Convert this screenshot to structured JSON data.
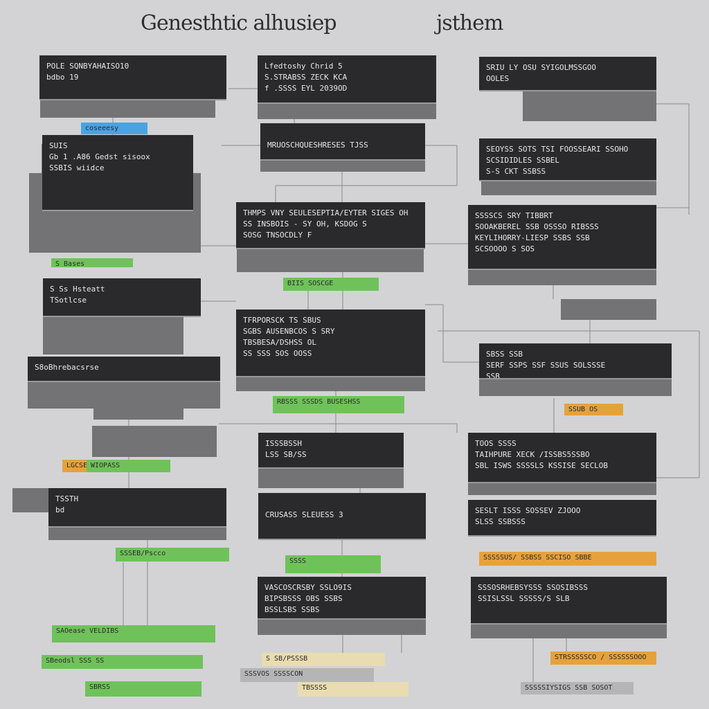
{
  "title": {
    "left": "Genesthtic alhusiep",
    "right": "jsthem"
  },
  "colors": {
    "background": "#d3d3d5",
    "box": "#2a2a2c",
    "shadow": "#737375",
    "green": "#6fc25a",
    "blue": "#4aa3e0",
    "orange": "#e5a23c",
    "cream": "#e8dcb0",
    "gray": "#b5b5b7"
  },
  "blocks": [
    {
      "lines": [
        "POLE SQNBYAHAISO10",
        "  bdbo 19"
      ]
    },
    {
      "lines": [
        "       SUIS",
        "  Gb 1 .A86   Gedst sisoox",
        "  SSBIS   wiidce"
      ]
    },
    {
      "lines": [
        "    S Ss Hsteatt",
        "               TSotlcse"
      ]
    },
    {
      "lines": [
        "S8oBhrebacsrse"
      ]
    },
    {
      "lines": [
        "   TSSTH",
        "   bd"
      ]
    },
    {
      "lines": [
        "  Lfedtoshy  Chrid 5",
        "   S.STRABSS ZECK KCA",
        "f .SSSS  EYL   2039OD"
      ]
    },
    {
      "lines": [
        "",
        " MRUOSCHQUESHRESES            TJSS"
      ]
    },
    {
      "lines": [
        "THMPS VNY SEULESEPTIA/EYTER SIGES OH",
        "  SS INSBOIS - SY OH, KSDOG S",
        "SOSG   TNSOCDLY F"
      ]
    },
    {
      "lines": [
        "TFRPORSCK TS SBUS",
        "  SGBS AUSENBCOS S SRY",
        "  TBSBESA/DSHSS  OL",
        "SS SSS  SOS  OOSS"
      ]
    },
    {
      "lines": [
        "   ISSSBSSH",
        "         LSS SB/SS"
      ]
    },
    {
      "lines": [
        "",
        "  CRUSASS      SLEUESS 3"
      ]
    },
    {
      "lines": [
        "  VASCOSCRSBY  SSLO9IS",
        "   BIPSBSSS  OBS SSBS",
        "   BSSLSBS  SSBS"
      ]
    },
    {
      "lines": [
        " SRIU LY OSU SYIGOLMSSGOO",
        " OOLES"
      ]
    },
    {
      "lines": [
        "SEOYSS SOTS TSI FOOSSEARI SSOHO",
        "SCSIDIDLES   SSBEL",
        "     S-S CKT SSBSS"
      ]
    },
    {
      "lines": [
        "  SSSSCS SRY   TIBBRT",
        "SOOAKBEREL SSB OSSSO RIBSSS",
        "KEYLIHORRY-LIESP SSBS SSB",
        " SCSOOOO S SOS"
      ]
    },
    {
      "lines": [
        "  SBSS              SSB",
        "SERF SSPS SSF SSUS SOLSSSE",
        "                   SSB"
      ]
    },
    {
      "lines": [
        "  TOOS SSSS",
        "TAIHPURE XECK /ISSBS5SSBO",
        "SBL ISWS SSSSLS KSSISE SECLOB"
      ]
    },
    {
      "lines": [
        "  SESLT ISSS   SOSSEV ZJOOO",
        "  SLSS SSBSSS"
      ]
    },
    {
      "lines": [
        "  SSSOSRHEBSYSSS  SSOSIBSSS",
        "  SSISLSSL SSSSS/S SLB"
      ]
    }
  ],
  "tags": [
    {
      "text": "coseeesy",
      "color": "blue"
    },
    {
      "text": "S Bases",
      "color": "green"
    },
    {
      "text": "LGCSE",
      "color": "orange"
    },
    {
      "text": "WIOPASS",
      "color": "green"
    },
    {
      "text": "SSSEB/Pscco",
      "color": "green"
    },
    {
      "text": "SAOease   VELDIBS",
      "color": "green"
    },
    {
      "text": "SBeodsl  SSS SS",
      "color": "green"
    },
    {
      "text": "SBRSS",
      "color": "green"
    },
    {
      "text": "BIIS SOSCGE",
      "color": "green"
    },
    {
      "text": "RBSSS SSSDS BUSESHSS",
      "color": "green"
    },
    {
      "text": "SSSS",
      "color": "green"
    },
    {
      "text": "S SB/PSSSB",
      "color": "cream"
    },
    {
      "text": "SSSVOS SSSSCON",
      "color": "gray"
    },
    {
      "text": "TBSSSS",
      "color": "cream"
    },
    {
      "text": "SSUB OS",
      "color": "orange"
    },
    {
      "text": "SSSSSUS/ SSBSS SSCISO SBBE",
      "color": "orange"
    },
    {
      "text": "STRSSSSSCO / SSSSSSOOO",
      "color": "orange"
    },
    {
      "text": "SSSSSIYSIGS SSB SOSOT",
      "color": "gray"
    }
  ]
}
